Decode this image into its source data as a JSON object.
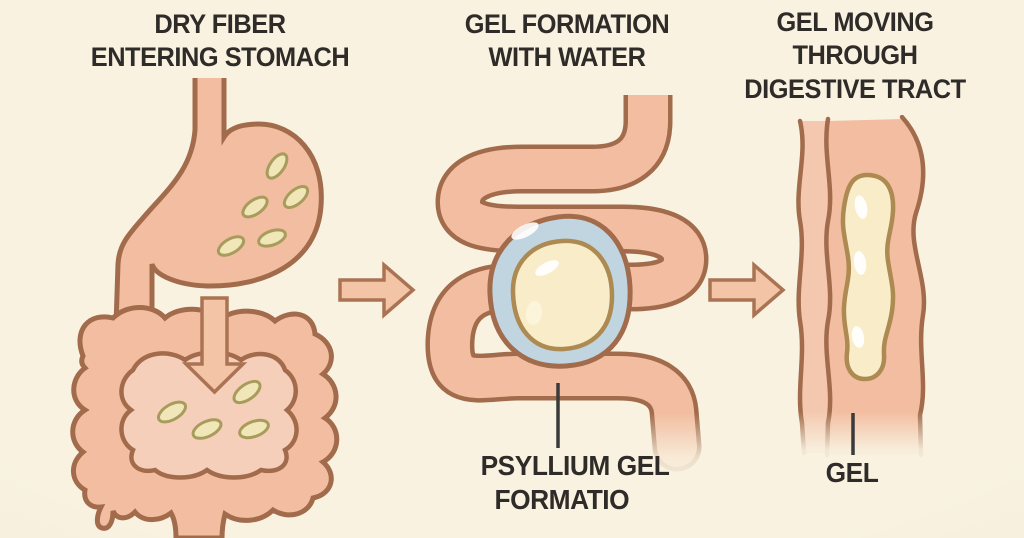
{
  "panels": [
    {
      "id": "dry-fiber-entering-stomach",
      "title_lines": [
        "DRY FIBER",
        "ENTERING STOMACH"
      ]
    },
    {
      "id": "gel-formation-with-water",
      "title_lines": [
        "GEL FORMATION",
        "WITH WATER"
      ],
      "caption_lines": [
        "PSYLLIUM GEL",
        "FORMATIO"
      ]
    },
    {
      "id": "gel-moving-through-digestive-tract",
      "title_lines": [
        "GEL MOVING",
        "THROUGH",
        "DIGESTIVE TRACT"
      ],
      "caption_lines": [
        "GEL"
      ]
    }
  ],
  "icons": {
    "step_arrow_1": "right-arrow-icon",
    "step_arrow_2": "right-arrow-icon",
    "stomach_flow": "down-arrow-icon"
  },
  "colors": {
    "bg": "#f9f2e1",
    "bg_edge": "#f1e8d2",
    "organ": "#f2bda0",
    "organ_outline": "#a26c4c",
    "organ_inner": "#f6cfbb",
    "organ_light": "#f4c7af",
    "water": "#c0d5df",
    "gel": "#f8edc8",
    "gel_outline": "#ad8a52",
    "fiber": "#f0e6b8",
    "fiber_outline": "#a89c5c",
    "arrow": "#f3c5a6",
    "arrow_outline": "#aa7454",
    "text": "#2e2b28",
    "pointer": "#3a3a3a"
  }
}
